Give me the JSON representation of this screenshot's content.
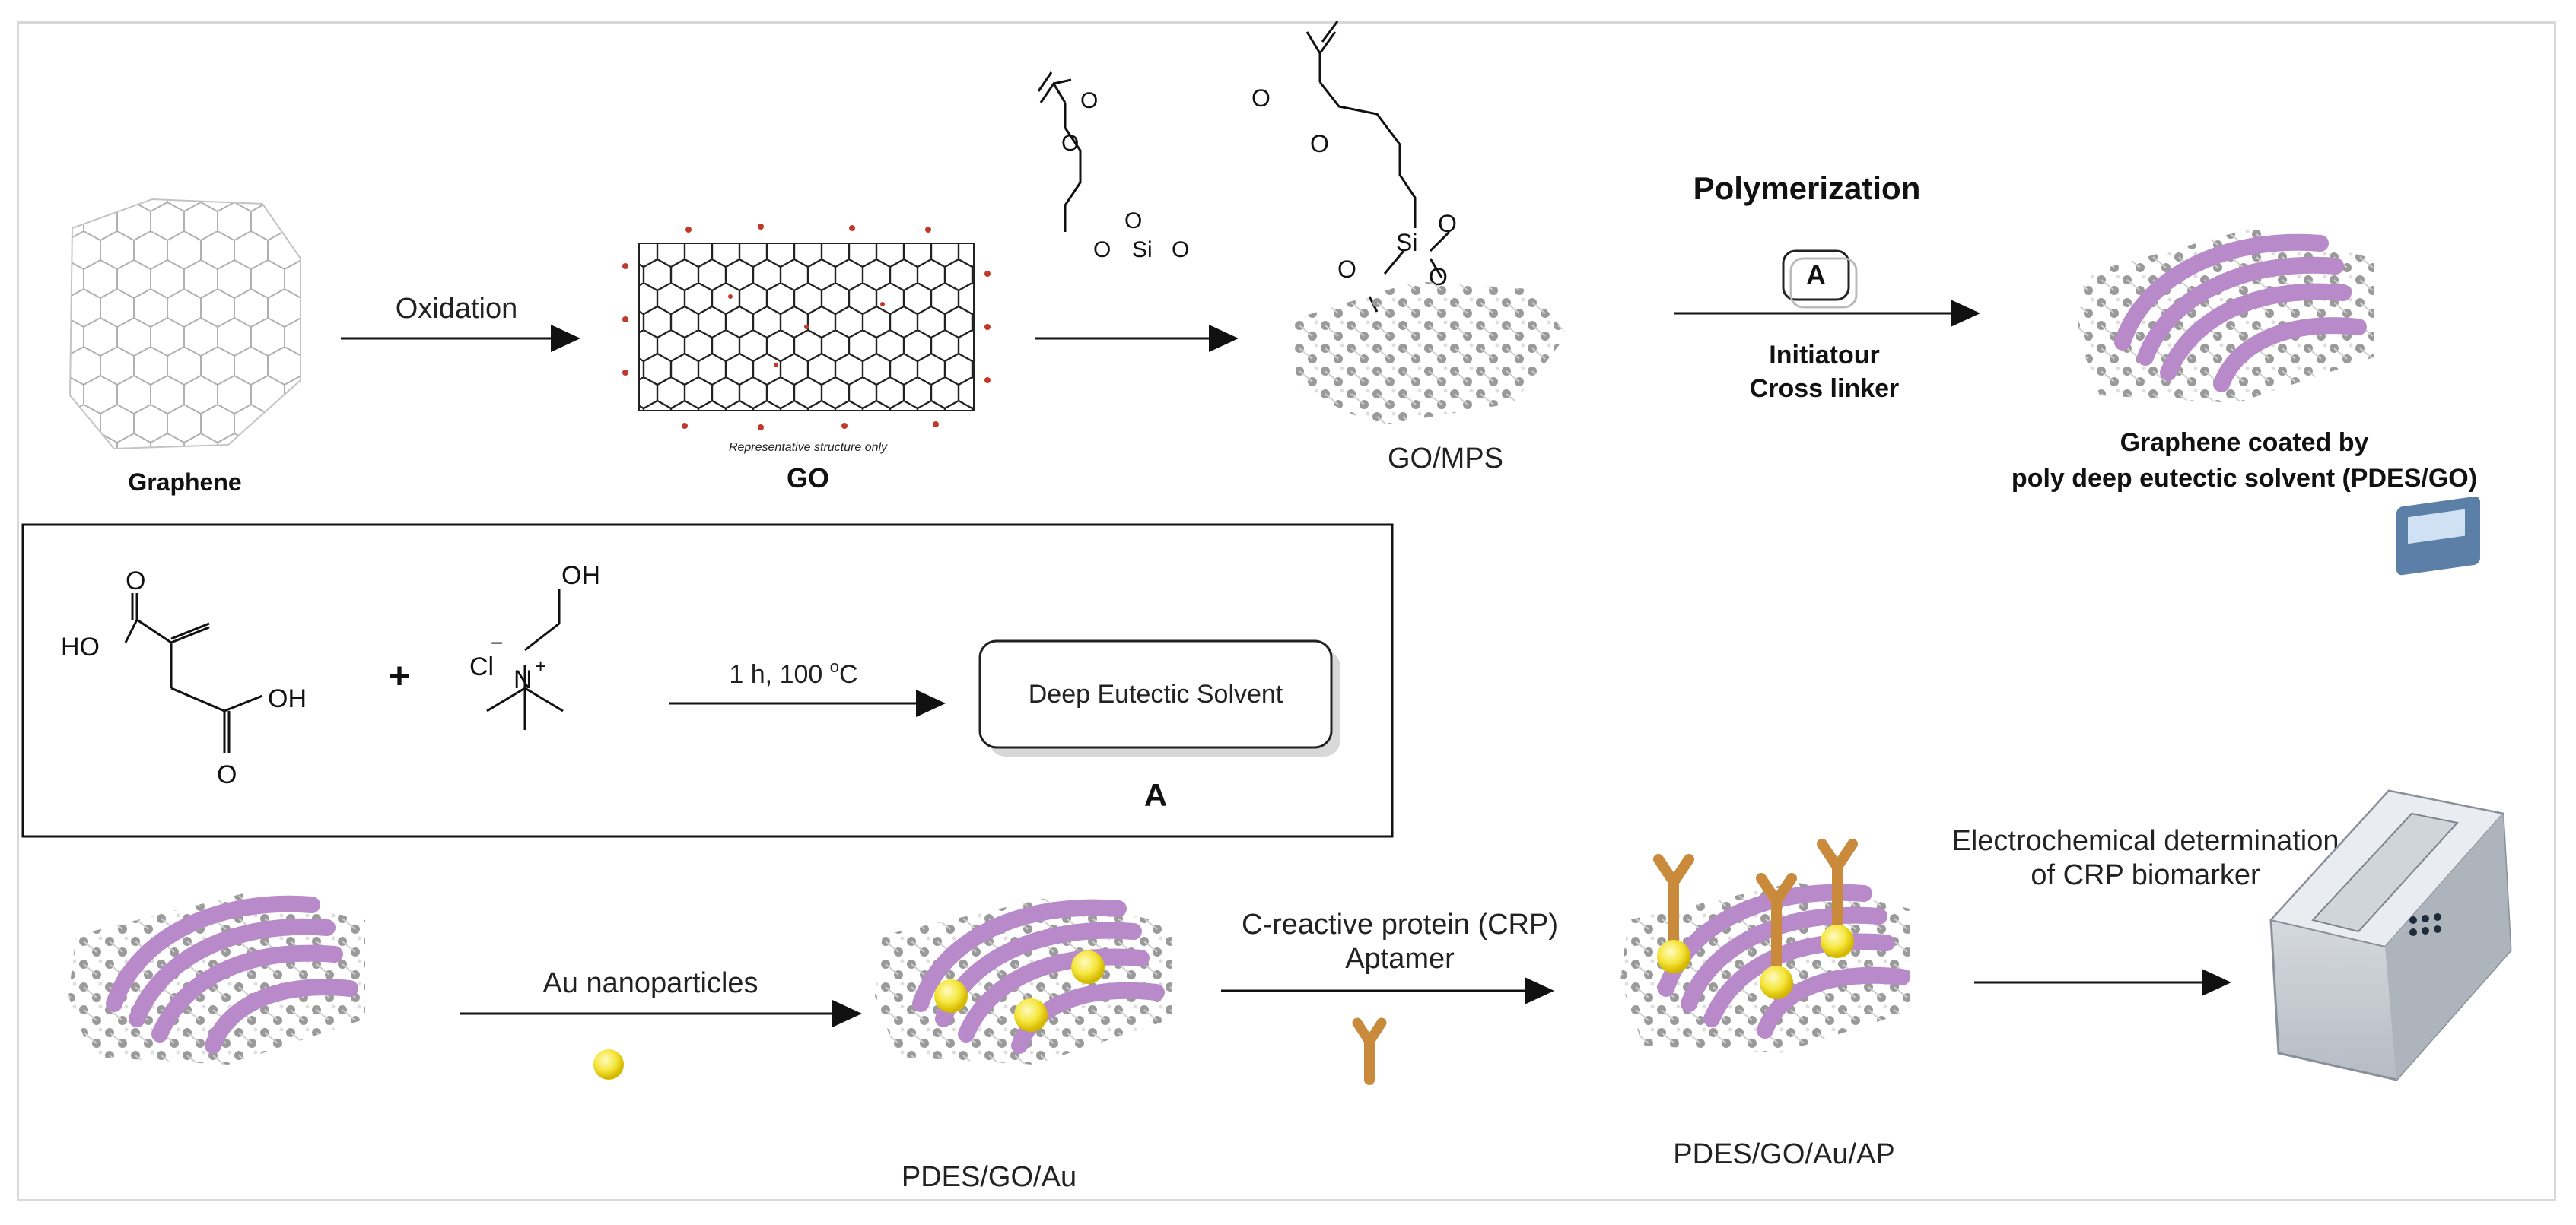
{
  "row1": {
    "graphene_label": "Graphene",
    "oxidation_label": "Oxidation",
    "go_note": "Representative structure only",
    "go_label": "GO",
    "gomps_label": "GO/MPS",
    "polymerization_label": "Polymerization",
    "reagent_box_label": "A",
    "initiator_label": "Initiatour",
    "crosslinker_label": "Cross linker",
    "product_title_line1": "Graphene coated by",
    "product_title_line2": "poly deep eutectic solvent (PDES/GO)"
  },
  "des_panel": {
    "condition_label": "1 h, 100 ",
    "condition_sup": "o",
    "condition_unit": "C",
    "product_box_label": "Deep Eutectic Solvent",
    "product_letter": "A",
    "plus_sign": "+",
    "atoms": {
      "oh": "OH",
      "ho": "HO",
      "o": "O",
      "cl": "Cl",
      "cl_charge": "−",
      "n": "N",
      "n_charge": "+",
      "si": "Si"
    }
  },
  "row3": {
    "au_np_label": "Au nanoparticles",
    "pdes_go_au_label": "PDES/GO/Au",
    "crp_label_line1": "C-reactive protein (CRP)",
    "crp_label_line2": "Aptamer",
    "pdes_go_au_ap_label": "PDES/GO/Au/AP",
    "electro_label_line1": "Electrochemical determination",
    "electro_label_line2": "of CRP biomarker"
  },
  "colors": {
    "purple": "#b98ac9",
    "gold": "#f5e63a",
    "aptamer": "#c98a3c",
    "oxygen_red": "#c0392b",
    "frame": "#d8d8d8"
  }
}
